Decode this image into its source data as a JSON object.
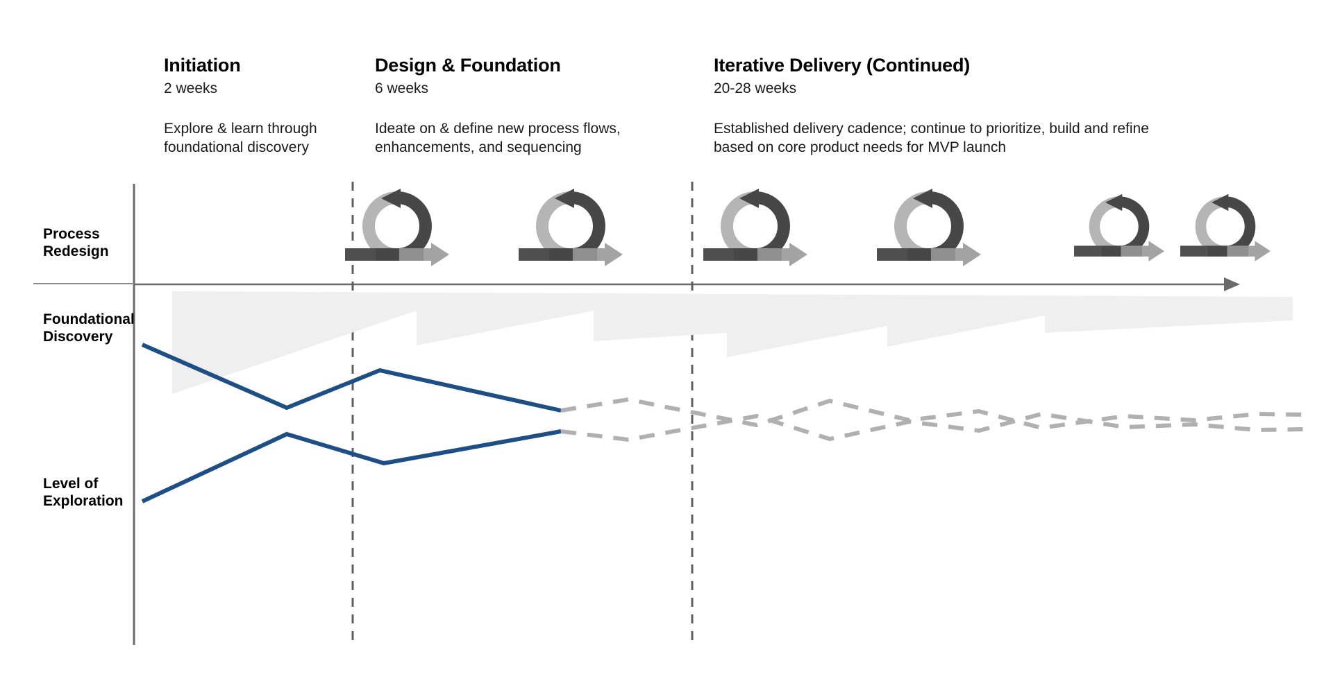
{
  "diagram": {
    "title_row_labels": [
      {
        "id": "process-redesign",
        "line1": "Process",
        "line2": "Redesign"
      },
      {
        "id": "foundational-discovery",
        "line1": "Foundational",
        "line2": "Discovery"
      },
      {
        "id": "level-of-exploration",
        "line1": "Level of",
        "line2": "Exploration"
      }
    ],
    "phases": [
      {
        "id": "initiation",
        "title": "Initiation",
        "duration": "2 weeks",
        "description": "Explore & learn through foundational discovery"
      },
      {
        "id": "design-foundation",
        "title": "Design & Foundation",
        "duration": "6 weeks",
        "description": "Ideate on & define new process flows, enhancements, and sequencing"
      },
      {
        "id": "iterative-delivery",
        "title": "Iterative Delivery (Continued)",
        "duration": "20-28 weeks",
        "description": "Established delivery cadence; continue to prioritize, build and refine based on core product needs for MVP launch"
      }
    ],
    "sprint_icons_count": 6,
    "colors": {
      "accent_blue": "#1d4f86",
      "dark_gray": "#4a4a4a",
      "mid_gray": "#6e6e6e",
      "light_gray": "#b3b3b3",
      "wedge_fill": "#efefef",
      "axis": "#5a5a5a"
    }
  },
  "chart_data": {
    "type": "line",
    "title": "Process Redesign / Foundational Discovery / Level of Exploration timeline",
    "xlabel": "",
    "ylabel": "",
    "categories": [
      "Initiation",
      "Design & Foundation",
      "Iterative Delivery (Continued)"
    ],
    "category_durations_weeks": [
      "2",
      "6",
      "20-28"
    ],
    "series": [
      {
        "name": "Level of Exploration (upper, solid)",
        "style": "solid",
        "color": "#1d4f86",
        "points": [
          [
            205,
            497
          ],
          [
            413,
            588
          ],
          [
            547,
            534
          ],
          [
            808,
            592
          ]
        ]
      },
      {
        "name": "Level of Exploration (lower, solid)",
        "style": "solid",
        "color": "#1d4f86",
        "points": [
          [
            205,
            723
          ],
          [
            413,
            626
          ],
          [
            553,
            668
          ],
          [
            808,
            622
          ]
        ]
      },
      {
        "name": "Level of Exploration (upper, projected)",
        "style": "dashed",
        "color": "#b0b0b0",
        "points": [
          [
            808,
            592
          ],
          [
            905,
            576
          ],
          [
            1090,
            613
          ],
          [
            1195,
            578
          ],
          [
            1310,
            606
          ],
          [
            1410,
            593
          ],
          [
            1500,
            617
          ],
          [
            1620,
            600
          ],
          [
            1720,
            606
          ],
          [
            1810,
            597
          ],
          [
            1880,
            598
          ]
        ]
      },
      {
        "name": "Level of Exploration (lower, projected)",
        "style": "dashed",
        "color": "#b0b0b0",
        "points": [
          [
            808,
            622
          ],
          [
            905,
            634
          ],
          [
            1090,
            600
          ],
          [
            1195,
            633
          ],
          [
            1310,
            608
          ],
          [
            1410,
            621
          ],
          [
            1500,
            597
          ],
          [
            1620,
            616
          ],
          [
            1720,
            612
          ],
          [
            1810,
            620
          ],
          [
            1880,
            619
          ]
        ]
      }
    ],
    "areas": [
      {
        "name": "Foundational Discovery",
        "fill": "#efefef",
        "note": "Tapering sawtooth band, thick at left, thin at right"
      }
    ],
    "grid": false,
    "legend": "none"
  }
}
